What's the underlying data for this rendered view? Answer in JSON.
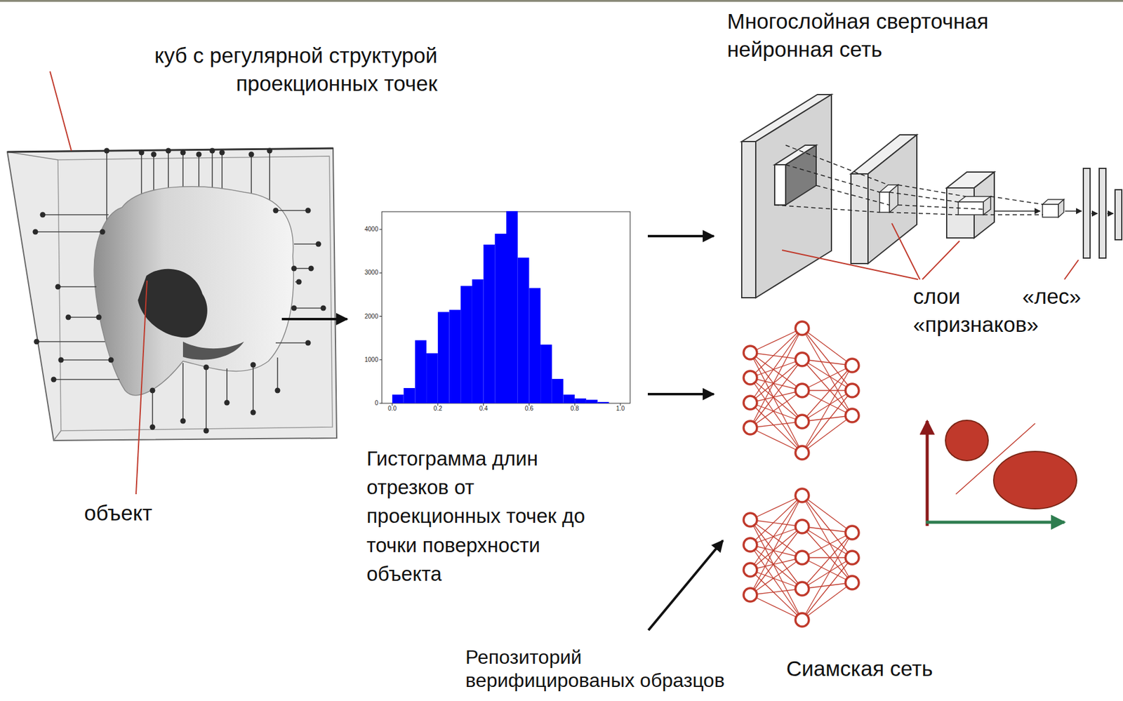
{
  "diagram": {
    "nodes": [
      {
        "text": [
          "куб с регулярной структурой проекционных точек"
        ]
      },
      {
        "text": [
          "объект"
        ],
        "in": 0
      },
      {
        "text": [
          "Гистограмма длин отрезков от проекционных точек до точки поверхности объекта"
        ]
      },
      {
        "text": [
          "Многослойная сверточная нейронная сеть"
        ]
      },
      {
        "text": [
          "Сиамская сеть"
        ]
      },
      {
        "text": [
          "Репозиторий верифицированых образцов"
        ]
      }
    ],
    "edges": [
      {
        "from": 0,
        "to": 2,
        "arrow": "to"
      },
      {
        "from": 2,
        "to": 3,
        "arrow": "to"
      },
      {
        "from": 2,
        "to": 4,
        "arrow": "to"
      },
      {
        "from": 5,
        "to": 4,
        "arrow": "to"
      }
    ],
    "labels": [
      "слои «признаков»",
      "«лес»",
      "0.0",
      "0.2",
      "0.4",
      "0.6",
      "0.8",
      "1.0",
      "0",
      "1000",
      "2000",
      "3000",
      "4000"
    ]
  }
}
